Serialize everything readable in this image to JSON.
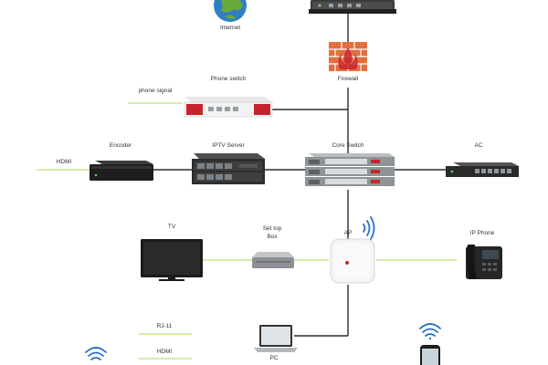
{
  "colors": {
    "cable": "#2c2c2c",
    "signal": "#c9e68a",
    "accent_red": "#c8232c",
    "firewall": "#e36f3d",
    "wifi": "#2a6fc9",
    "internet_blue": "#2f7fc4",
    "internet_green": "#6aaa3a"
  },
  "labels": {
    "internet": "Internet",
    "firewall": "Firewall",
    "phone_switch": "Phone switch",
    "phone_signal": "phone signal",
    "encoder": "Encoder",
    "iptv_server": "IPTV Server",
    "core_switch": "Core Switch",
    "ac": "AC",
    "hdmi_top": "HDMI",
    "tv": "TV",
    "set_top_box": "Set top\nBox",
    "ap": "AP",
    "ip_phone": "IP Phone",
    "rj11": "RJ-11",
    "hdmi_bottom": "HDMI",
    "pc": "PC"
  },
  "icons": {
    "internet": "globe-icon",
    "router": "router-icon",
    "firewall": "firewall-icon",
    "phone_switch": "phone-switch-icon",
    "encoder": "encoder-icon",
    "iptv_server": "server-icon",
    "core_switch": "switch-stack-icon",
    "ac": "controller-icon",
    "tv": "tv-icon",
    "set_top_box": "set-top-box-icon",
    "ap": "access-point-icon",
    "ip_phone": "ip-phone-icon",
    "pc": "laptop-icon",
    "mobile": "smartphone-icon",
    "wifi": "wifi-icon"
  }
}
